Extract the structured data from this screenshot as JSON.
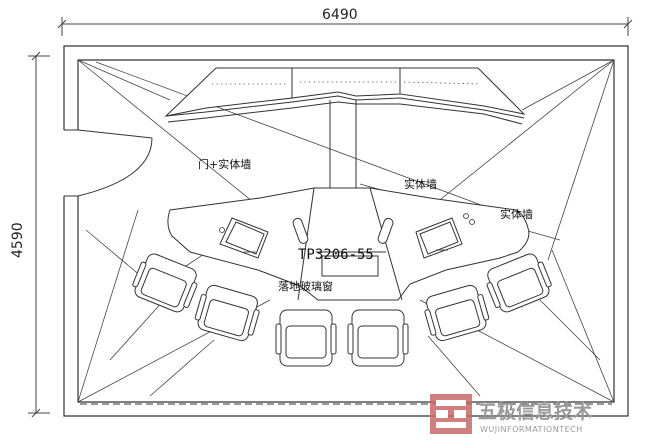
{
  "dimensions": {
    "width": "6490",
    "height": "4590"
  },
  "labels": {
    "door_wall": "门+实体墙",
    "solid_wall_upper": "实体墙",
    "solid_wall_right": "实体墙",
    "glass_wall": "落地玻璃窗",
    "table_model": "TP3206-55"
  },
  "watermark": {
    "name": "五极信息技术",
    "sub": "WUJINFORMATIONTECH"
  }
}
